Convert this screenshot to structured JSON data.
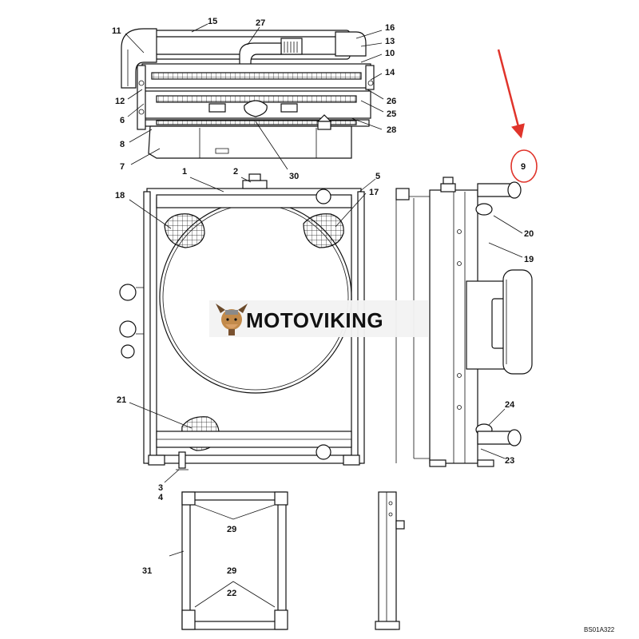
{
  "brand": {
    "name": "MOTOVIKING"
  },
  "drawing_code": "BS01A322",
  "highlight": {
    "part": "9",
    "circle_color": "#e0342b",
    "arrow_color": "#e0342b"
  },
  "callouts": {
    "c1": "1",
    "c2": "2",
    "c3": "3",
    "c4": "4",
    "c5": "5",
    "c6": "6",
    "c7": "7",
    "c8": "8",
    "c9": "9",
    "c10": "10",
    "c11": "11",
    "c12": "12",
    "c13": "13",
    "c14": "14",
    "c15": "15",
    "c16": "16",
    "c17": "17",
    "c18": "18",
    "c19": "19",
    "c20": "20",
    "c21": "21",
    "c22": "22",
    "c23": "23",
    "c24": "24",
    "c25": "25",
    "c26": "26",
    "c27": "27",
    "c28": "28",
    "c29a": "29",
    "c29b": "29",
    "c30": "30",
    "c31": "31"
  }
}
